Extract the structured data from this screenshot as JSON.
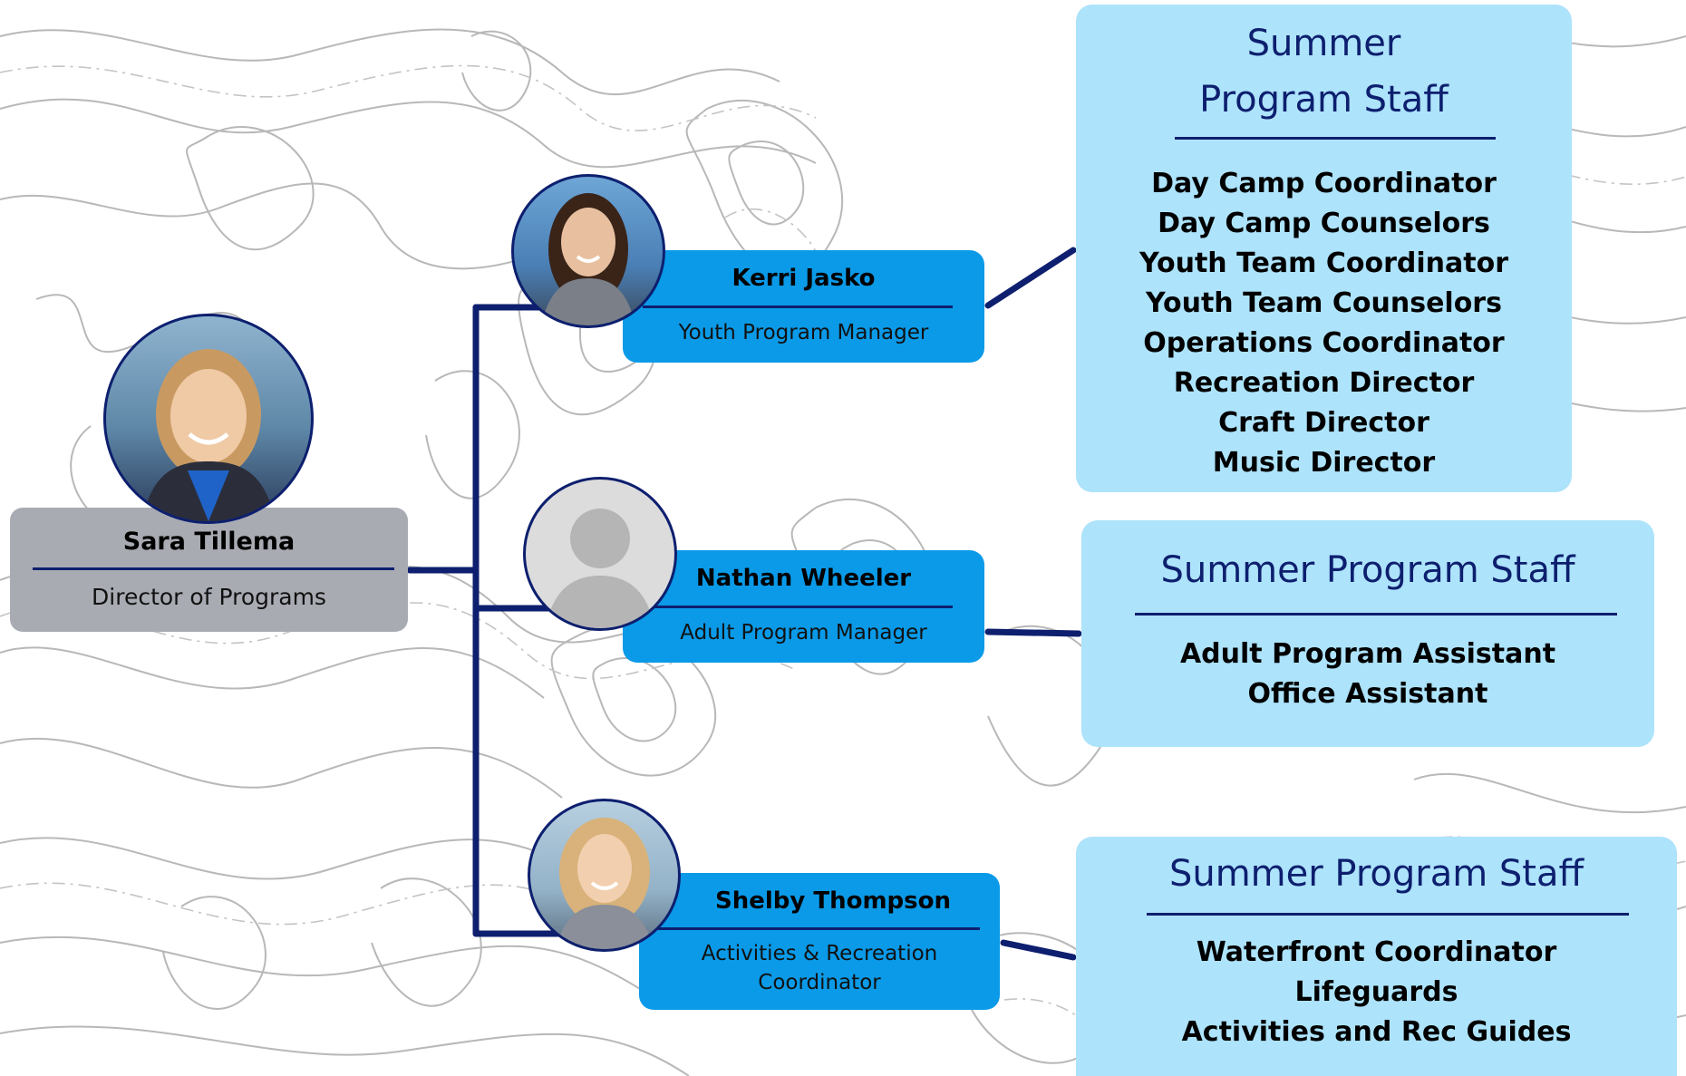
{
  "director": {
    "name": "Sara Tillema",
    "role": "Director of Programs"
  },
  "managers": [
    {
      "name": "Kerri Jasko",
      "role": "Youth Program Manager",
      "photo": "portrait-photo"
    },
    {
      "name": "Nathan Wheeler",
      "role": "Adult Program Manager",
      "photo": "default-avatar-icon"
    },
    {
      "name": "Shelby Thompson",
      "role_line1": "Activities & Recreation",
      "role_line2": "Coordinator",
      "photo": "portrait-photo"
    }
  ],
  "staff_panels": [
    {
      "title_line1": "Summer",
      "title_line2": "Program Staff",
      "items": [
        "Day Camp Coordinator",
        "Day Camp Counselors",
        "Youth Team Coordinator",
        "Youth Team Counselors",
        "Operations Coordinator",
        "Recreation Director",
        "Craft Director",
        "Music Director"
      ]
    },
    {
      "title": "Summer Program Staff",
      "items": [
        "Adult Program Assistant",
        "Office Assistant"
      ]
    },
    {
      "title": "Summer Program Staff",
      "items": [
        "Waterfront Coordinator",
        "Lifeguards",
        "Activities and Rec Guides"
      ]
    }
  ],
  "colors": {
    "navy": "#0d1f6e",
    "manager_card": "#0a9ae8",
    "director_card": "#a9abb3",
    "panel": "#ade3fb",
    "topo_lines": "#b5b5b5"
  }
}
